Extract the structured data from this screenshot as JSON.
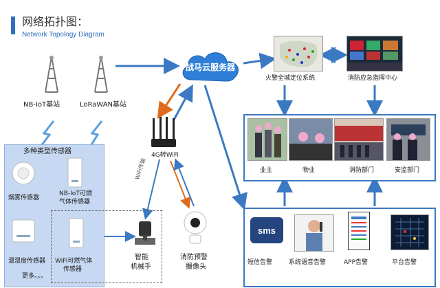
{
  "header": {
    "title": "网络拓扑图：",
    "subtitle": "Network Topology Diagram"
  },
  "towers": {
    "nbiot": "NB-IoT基站",
    "lorawan": "LoRaWAN基站"
  },
  "cloud": {
    "label": "战马云服务器"
  },
  "router": {
    "label": "4G转WiFi"
  },
  "wifi_transfer": "WiFi传输",
  "sensors": {
    "panel_title": "多种类型传感器",
    "smoke": "烟雾传感器",
    "nbiot_gas": [
      "NB-IoT可燃",
      "气体传感器"
    ],
    "temp_humidity": "温湿度传感器",
    "wifi_gas": [
      "WiFi可燃气体",
      "传感器"
    ],
    "more": "更多。。。"
  },
  "actuators": {
    "manipulator": [
      "智能",
      "机械手"
    ],
    "camera": [
      "消防预警",
      "摄像头"
    ]
  },
  "systems": {
    "fire_location": "火警全城定位系统",
    "command_center": "消防应急指挥中心"
  },
  "recipients": [
    "业主",
    "物业",
    "消防部门",
    "安监部门"
  ],
  "alerts": {
    "sms_icon": "sms",
    "items": [
      "短信告警",
      "系统语音告警",
      "APP告警",
      "平台告警"
    ]
  },
  "colors": {
    "accent_blue": "#3b79c2",
    "arrow_orange": "#e06a1b",
    "cloud_blue": "#2f7fd8",
    "panel_blue": "#c6d8f2"
  }
}
